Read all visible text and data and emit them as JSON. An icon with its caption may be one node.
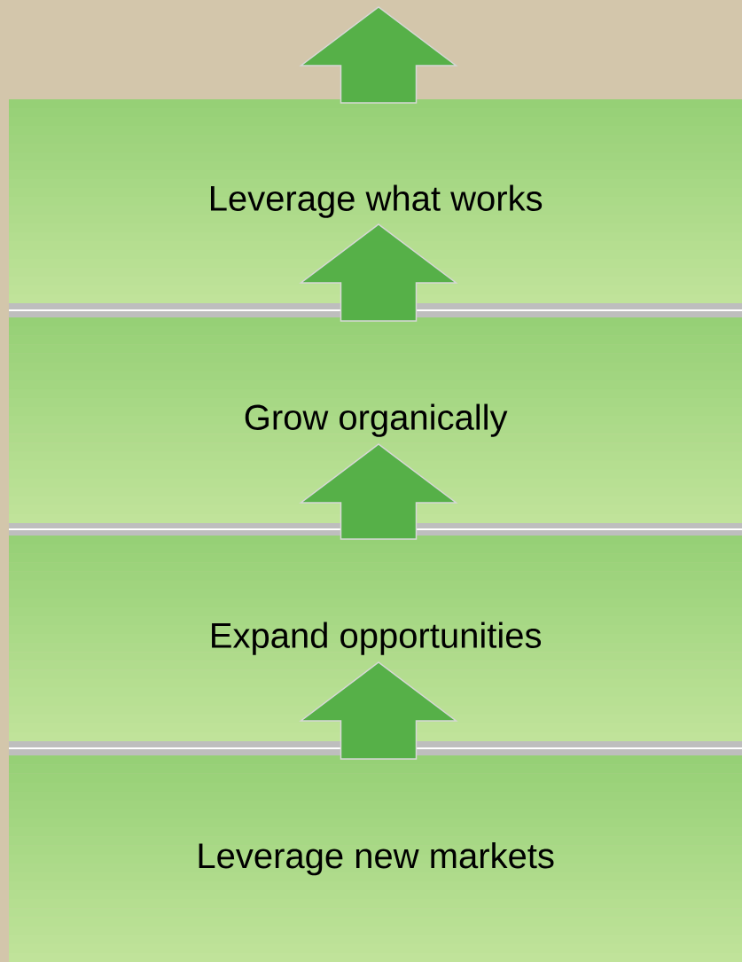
{
  "diagram": {
    "nodes": [
      {
        "text": [
          "Leverage what works"
        ]
      },
      {
        "text": [
          "Grow organically"
        ]
      },
      {
        "text": [
          "Expand opportunities"
        ]
      },
      {
        "text": [
          "Leverage new markets"
        ]
      }
    ],
    "edges": [
      {
        "from": 3,
        "to": 2,
        "arrow": "to"
      },
      {
        "from": 2,
        "to": 1,
        "arrow": "to"
      },
      {
        "from": 1,
        "to": 0,
        "arrow": "to"
      },
      {
        "from": 0,
        "to": null,
        "arrow": "to"
      }
    ]
  }
}
